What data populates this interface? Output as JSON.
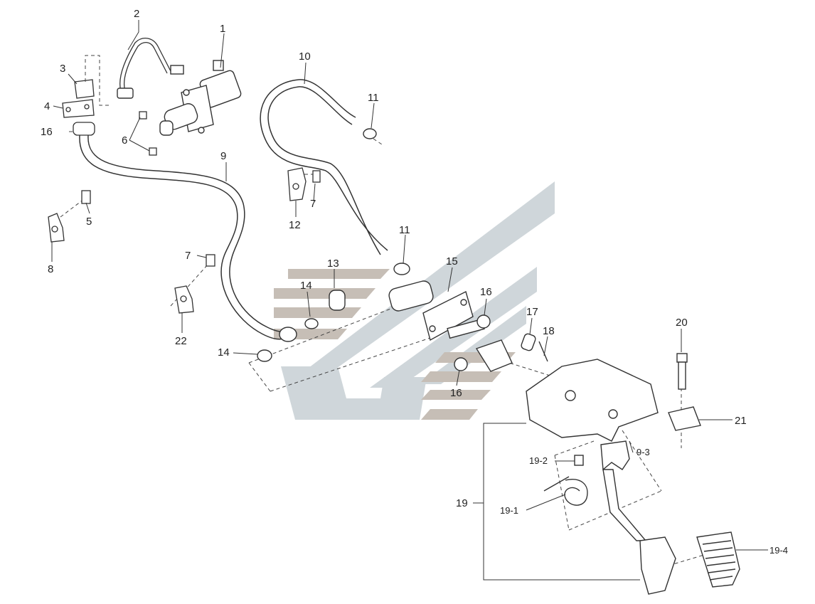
{
  "callouts": {
    "c1": "1",
    "c2": "2",
    "c3": "3",
    "c4": "4",
    "c5": "5",
    "c6": "6",
    "c7a": "7",
    "c7b": "7",
    "c8": "8",
    "c9": "9",
    "c10": "10",
    "c11a": "11",
    "c11b": "11",
    "c12": "12",
    "c13": "13",
    "c14a": "14",
    "c14b": "14",
    "c15": "15",
    "c16a": "16",
    "c16b": "16",
    "c16c": "16",
    "c17": "17",
    "c18": "18",
    "c19": "19",
    "c19_1": "19-1",
    "c19_2": "19-2",
    "c19_3": "9-3",
    "c19_4": "19-4",
    "c20": "20",
    "c21": "21",
    "c22": "22"
  },
  "colors": {
    "line": "#333333",
    "watermark_gray": "#cfd6da",
    "watermark_tan": "#c6beb6"
  }
}
